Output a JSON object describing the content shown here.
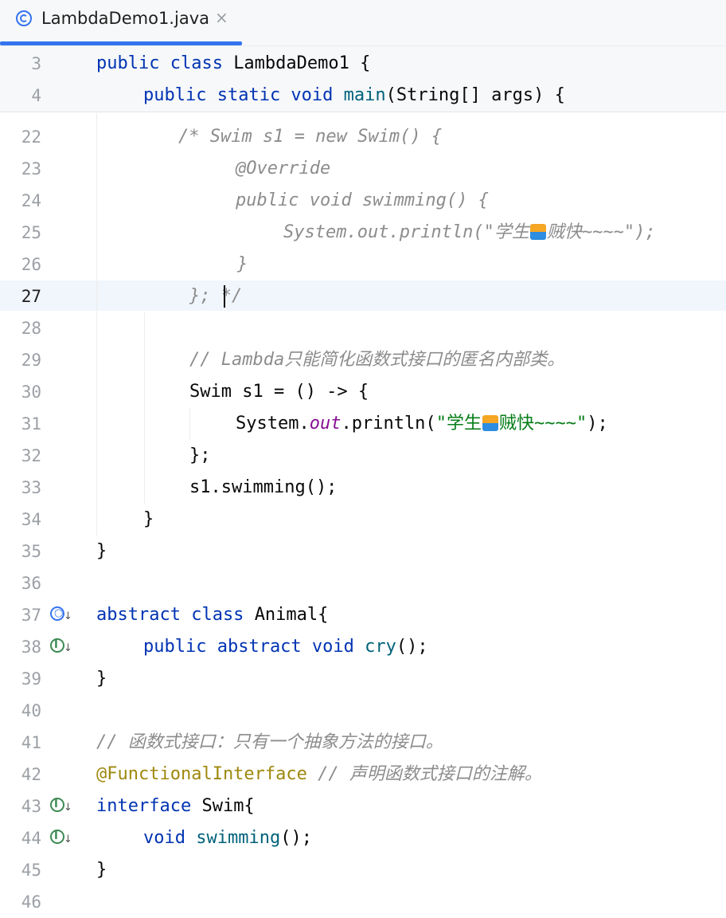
{
  "tab": {
    "title": "LambdaDemo1.java",
    "close": "×"
  },
  "lines": [
    {
      "num": "3",
      "code": "public class LambdaDemo1 {"
    },
    {
      "num": "4",
      "code": "public static void main(String[] args) {"
    },
    {
      "num": "22",
      "code": "/* Swim s1 = new Swim() {"
    },
    {
      "num": "23",
      "code": "@Override"
    },
    {
      "num": "24",
      "code": "public void swimming() {"
    },
    {
      "num": "25",
      "code": "System.out.println(\"学生🏊贼快~~~~\");"
    },
    {
      "num": "26",
      "code": "}"
    },
    {
      "num": "27",
      "code": "}; */"
    },
    {
      "num": "28",
      "code": ""
    },
    {
      "num": "29",
      "code": "// Lambda只能简化函数式接口的匿名内部类。"
    },
    {
      "num": "30",
      "code": "Swim s1 = () -> {"
    },
    {
      "num": "31",
      "code": "System.out.println(\"学生🏊贼快~~~~\");"
    },
    {
      "num": "32",
      "code": "};"
    },
    {
      "num": "33",
      "code": "s1.swimming();"
    },
    {
      "num": "34",
      "code": "}"
    },
    {
      "num": "35",
      "code": "}"
    },
    {
      "num": "36",
      "code": ""
    },
    {
      "num": "37",
      "code": "abstract class Animal{"
    },
    {
      "num": "38",
      "code": "public abstract void cry();"
    },
    {
      "num": "39",
      "code": "}"
    },
    {
      "num": "40",
      "code": ""
    },
    {
      "num": "41",
      "code": "// 函数式接口：只有一个抽象方法的接口。"
    },
    {
      "num": "42",
      "code": "@FunctionalInterface // 声明函数式接口的注解。"
    },
    {
      "num": "43",
      "code": "interface Swim{"
    },
    {
      "num": "44",
      "code": "void swimming();"
    },
    {
      "num": "45",
      "code": "}"
    },
    {
      "num": "46",
      "code": ""
    }
  ],
  "gutter_icons": {
    "37": "implemented-by-icon",
    "38": "implemented-method-icon",
    "43": "implemented-interface-icon",
    "44": "implemented-method-icon"
  },
  "colors": {
    "keyword": "#0033b3",
    "method": "#00627a",
    "string": "#067d17",
    "static_field": "#871094",
    "annotation": "#9e880d",
    "comment": "#8c8c8c",
    "accent": "#3574f0"
  }
}
